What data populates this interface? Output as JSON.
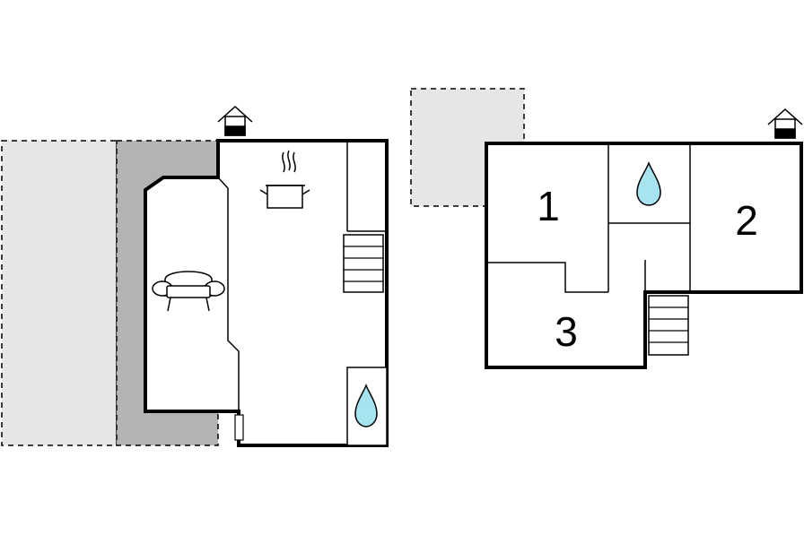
{
  "rooms": {
    "bedroom_1": "1",
    "bedroom_2": "2",
    "bedroom_3": "3"
  },
  "icons": {
    "entrance": "house-entrance-icon",
    "cooking_pot": "cooking-pot-icon",
    "sofa": "sofa-icon",
    "bathroom": "water-drop-icon",
    "stairs": "stairs-icon"
  },
  "colors": {
    "wall": "#000000",
    "terrace_light": "#e6e6e6",
    "terrace_dark": "#b3b3b3",
    "water_drop": "#a8e4ef"
  }
}
